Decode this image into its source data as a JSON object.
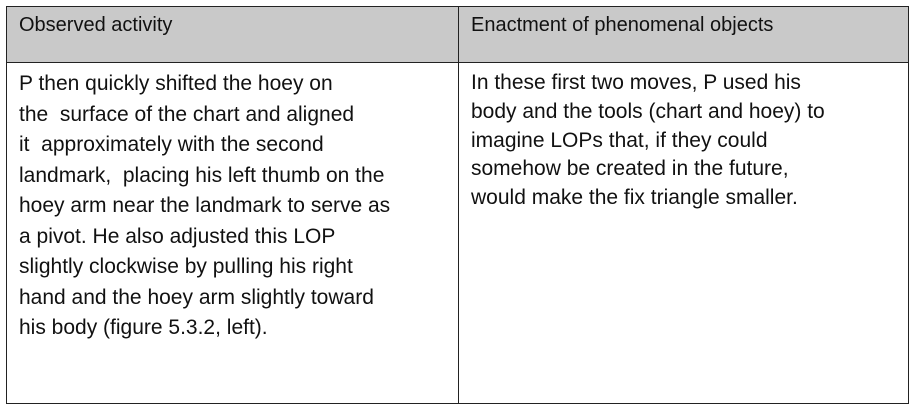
{
  "table": {
    "headers": [
      "Observed activity",
      "Enactment of phenomenal objects"
    ],
    "observed_activity_lines": [
      "P then quickly shifted the hoey on",
      "the  surface of the chart and aligned",
      "it  approximately with the second",
      "landmark,  placing his left thumb on the",
      "hoey arm near the landmark to serve as",
      "a pivot. He also adjusted this LOP",
      "slightly clockwise by pulling his right",
      "hand and the hoey arm slightly toward",
      "his body (figure 5.3.2, left)."
    ],
    "enactment_lines": [
      "In these first two moves, P used his",
      "body and the tools (chart and hoey) to",
      "imagine LOPs that, if they could",
      "somehow be created in the future,",
      "would make the fix triangle smaller."
    ]
  }
}
